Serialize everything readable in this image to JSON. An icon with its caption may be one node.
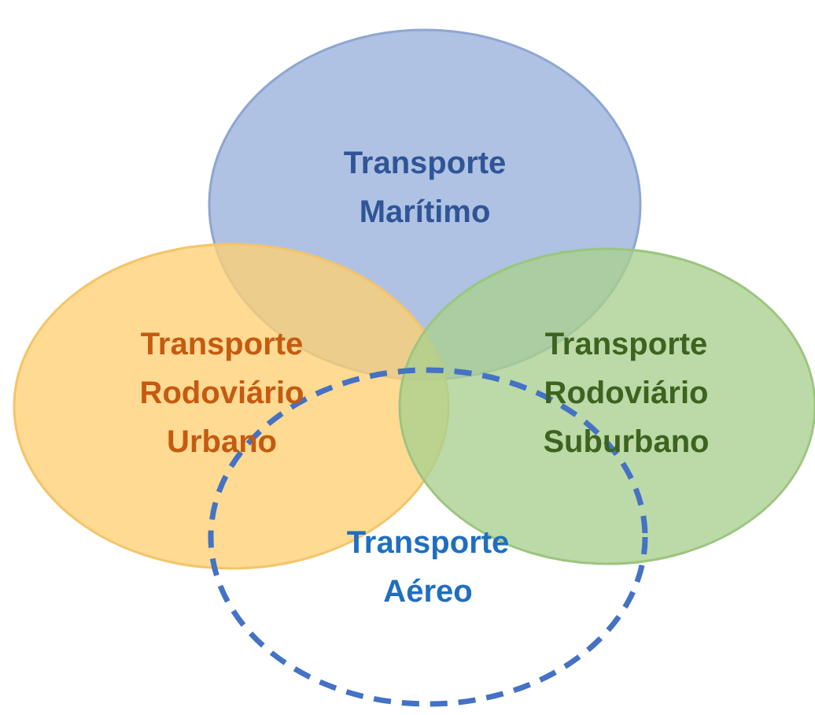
{
  "diagram": {
    "nodes": [
      {
        "text": [
          "Transporte Marítimo"
        ]
      },
      {
        "text": [
          "Transporte Rodoviário Urbano"
        ]
      },
      {
        "text": [
          "Transporte Rodoviário Suburbano"
        ]
      },
      {
        "text": [
          "Transporte Aéreo"
        ]
      }
    ]
  }
}
